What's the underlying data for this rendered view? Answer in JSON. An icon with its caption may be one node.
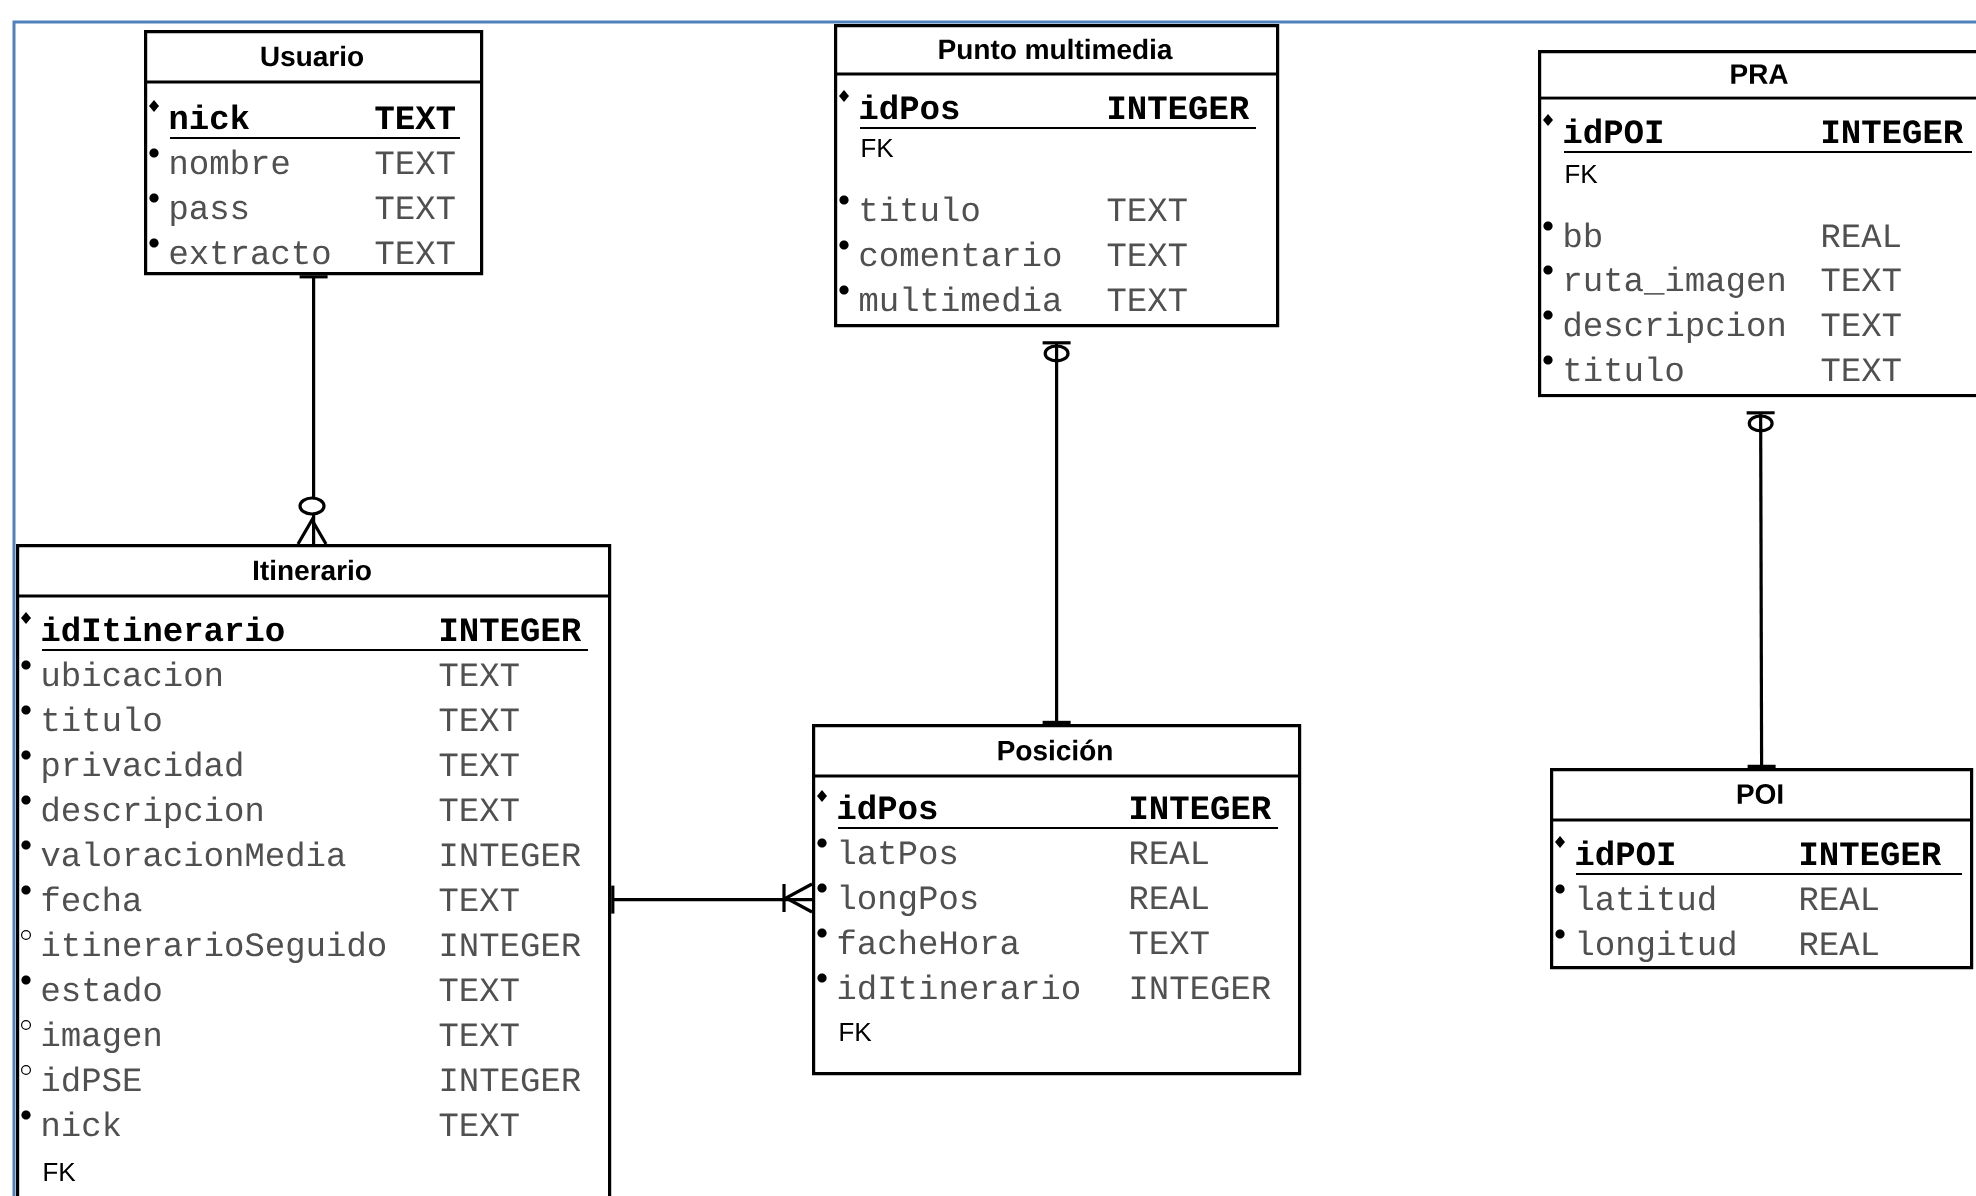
{
  "diagram": {
    "nodes": [
      {
        "text": [
          "Usuario",
          "nick",
          "TEXT",
          "nombre",
          "TEXT",
          "pass",
          "TEXT",
          "extracto",
          "TEXT"
        ]
      },
      {
        "text": [
          "Punto multimedia",
          "idPos",
          "INTEGER",
          "FK",
          "titulo",
          "TEXT",
          "comentario",
          "TEXT",
          "multimedia",
          "TEXT"
        ]
      },
      {
        "text": [
          "PRA",
          "idPOI",
          "INTEGER",
          "FK",
          "bb",
          "REAL",
          "ruta_imagen",
          "TEXT",
          "descripcion",
          "TEXT",
          "titulo",
          "TEXT"
        ]
      },
      {
        "text": [
          "Itinerario",
          "idItinerario",
          "INTEGER",
          "ubicacion",
          "TEXT",
          "titulo",
          "TEXT",
          "privacidad",
          "TEXT",
          "descripcion",
          "TEXT",
          "valoracionMedia",
          "INTEGER",
          "fecha",
          "TEXT",
          "itinerarioSeguido",
          "INTEGER",
          "estado",
          "TEXT",
          "imagen",
          "TEXT",
          "idPSE",
          "INTEGER",
          "nick",
          "TEXT",
          "FK"
        ]
      },
      {
        "text": [
          "Posición",
          "idPos",
          "INTEGER",
          "latPos",
          "REAL",
          "longPos",
          "REAL",
          "facheHora",
          "TEXT",
          "idItinerario",
          "INTEGER",
          "FK"
        ]
      },
      {
        "text": [
          "POI",
          "idPOI",
          "INTEGER",
          "latitud",
          "REAL",
          "longitud",
          "REAL"
        ]
      }
    ],
    "edges": [
      {
        "from": 0,
        "to": 3,
        "arrow": "other"
      },
      {
        "from": 3,
        "to": 4,
        "arrow": "other"
      },
      {
        "from": 1,
        "to": 4,
        "arrow": "other"
      },
      {
        "from": 2,
        "to": 5,
        "arrow": "other"
      }
    ]
  }
}
